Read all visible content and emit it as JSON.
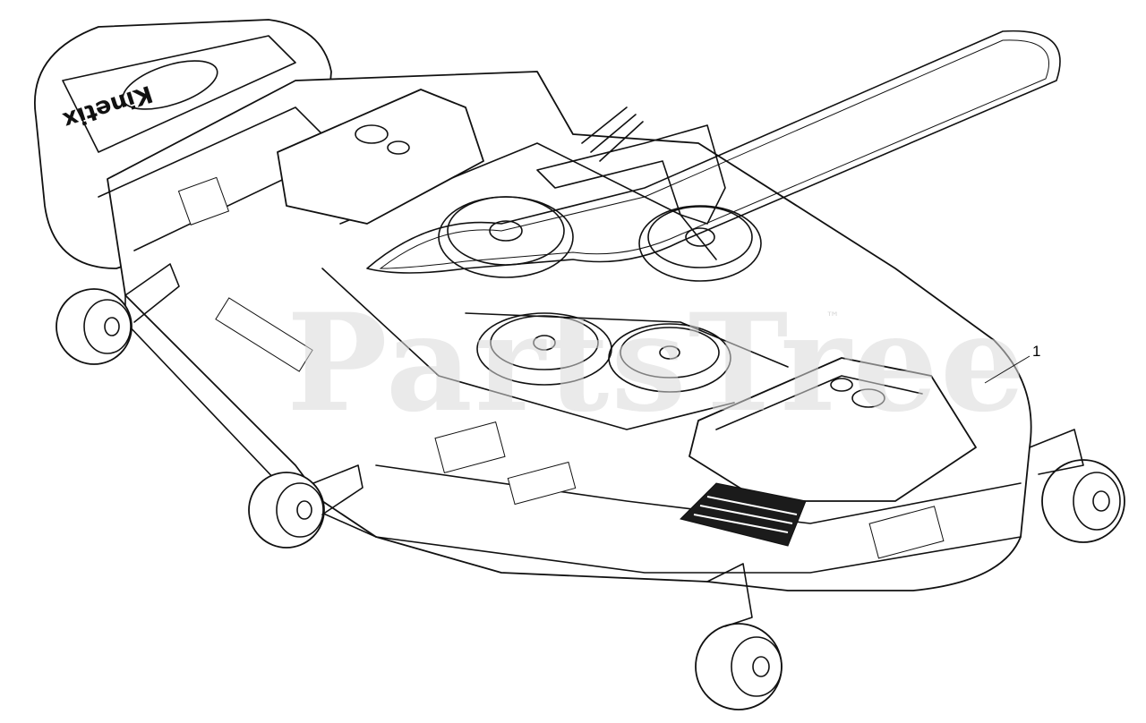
{
  "diagram": {
    "callouts": [
      {
        "label": "1"
      }
    ]
  },
  "watermark": {
    "text": "PartsTree",
    "trademark": "™"
  },
  "logo_text": "Kinetix",
  "colors": {
    "line": "#111111",
    "watermark": "#d9d9d9",
    "background": "#ffffff"
  }
}
